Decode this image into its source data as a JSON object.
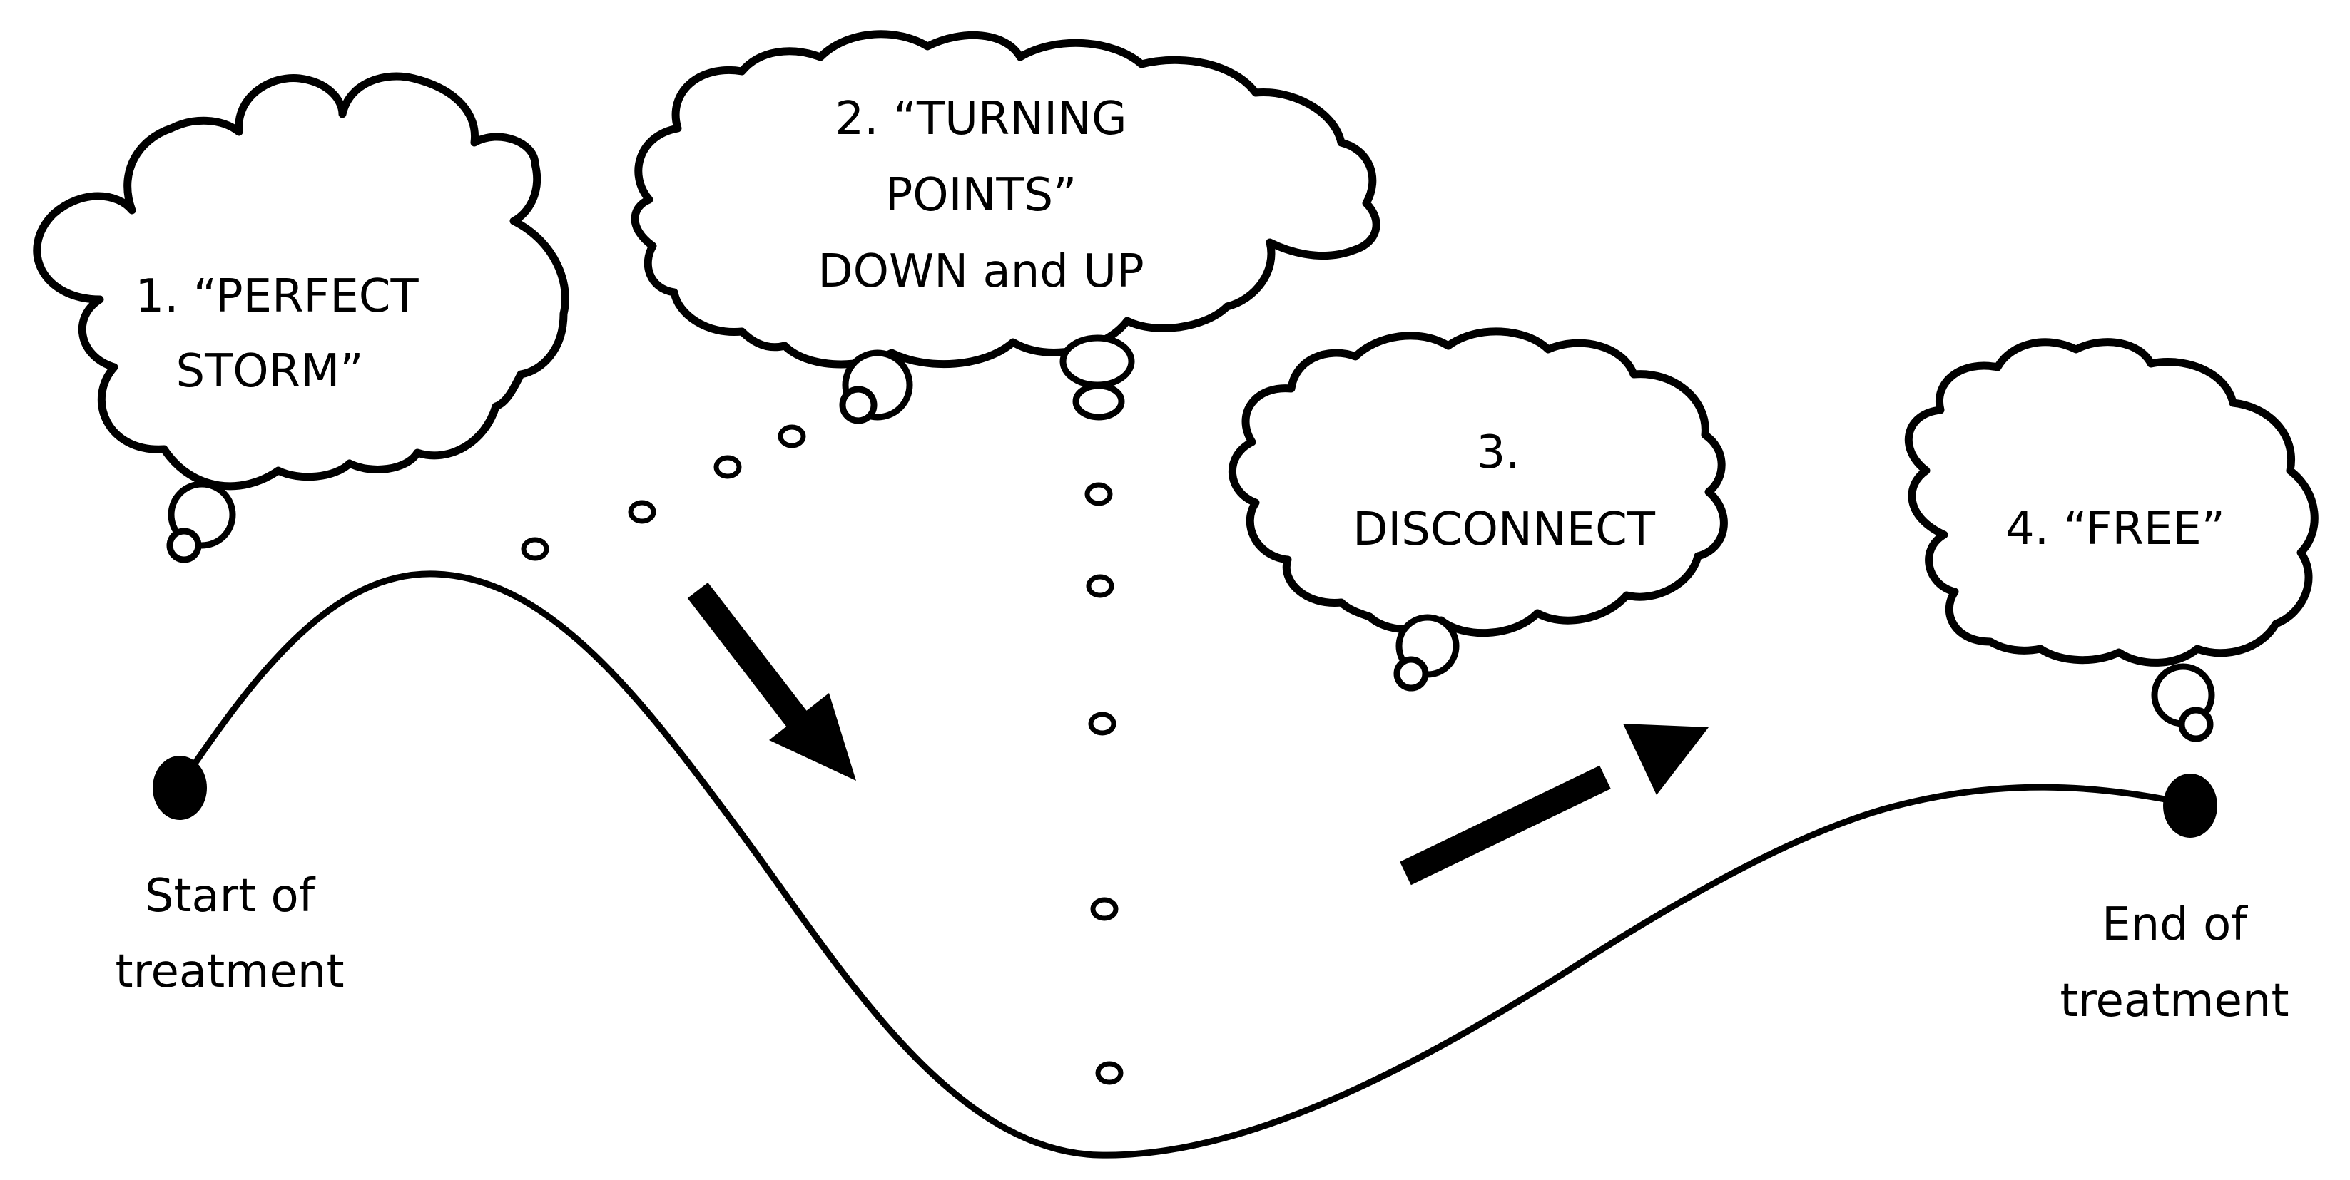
{
  "thoughts": {
    "stage1": {
      "line1": "1. “PERFECT",
      "line2": "STORM”"
    },
    "stage2": {
      "line1": "2. “TURNING",
      "line2": "POINTS”",
      "line3": "DOWN and UP"
    },
    "stage3": {
      "line1": "3.",
      "line2": "DISCONNECT"
    },
    "stage4": {
      "line1": "4. “FREE”"
    }
  },
  "endpoints": {
    "start": {
      "line1": "Start of",
      "line2": "treatment"
    },
    "end": {
      "line1": "End of",
      "line2": "treatment"
    }
  },
  "arrows": {
    "down": "downward-trend",
    "up": "upward-trend"
  },
  "colors": {
    "stroke": "#000000",
    "background": "#ffffff"
  }
}
